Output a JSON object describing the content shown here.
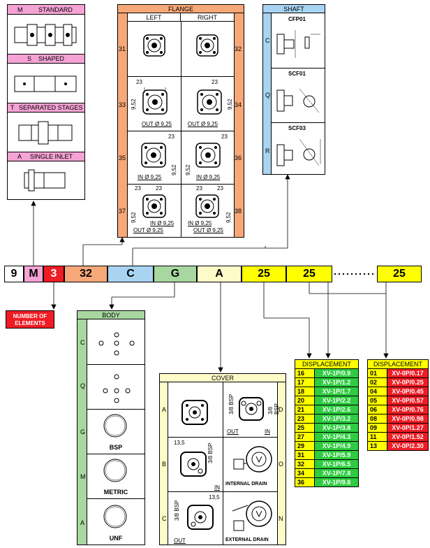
{
  "code_strip": {
    "cells": [
      {
        "label": "9",
        "color": "#ffffff"
      },
      {
        "label": "M",
        "color": "#f4a3d4"
      },
      {
        "label": "3",
        "color": "#ee1c24",
        "text_color": "#ffffff"
      },
      {
        "label": "32",
        "color": "#f7a878"
      },
      {
        "label": "C",
        "color": "#a8d4f2"
      },
      {
        "label": "G",
        "color": "#a8d8a0"
      },
      {
        "label": "A",
        "color": "#fdfcc8"
      },
      {
        "label": "25",
        "color": "#ffff00"
      },
      {
        "label": "25",
        "color": "#ffff00"
      },
      {
        "label": "25",
        "color": "#ffff00"
      }
    ]
  },
  "configuration": {
    "items": [
      {
        "code": "M",
        "name": "STANDARD"
      },
      {
        "code": "S",
        "name": "SHAPED"
      },
      {
        "code": "T",
        "name": "SEPARATED STAGES"
      },
      {
        "code": "A",
        "name": "SINGLE INLET"
      }
    ],
    "header_color": "#f4a3d4"
  },
  "flange": {
    "title": "FLANGE",
    "left_label": "LEFT",
    "right_label": "RIGHT",
    "left_codes": [
      "31",
      "33",
      "35",
      "37"
    ],
    "right_codes": [
      "32",
      "34",
      "36",
      "38"
    ],
    "dim_23": "23",
    "dim_952": "9,52",
    "out_label": "OUT Ø 9,25",
    "in_label": "IN Ø 9,25",
    "in_short": "IN Ø 9,25",
    "out_short": "OUT Ø 9,25"
  },
  "shaft": {
    "title": "SHAFT",
    "rows": [
      {
        "code": "C",
        "name": "CFP01"
      },
      {
        "code": "Q",
        "name": "SCF01"
      },
      {
        "code": "R",
        "name": "SCF03"
      }
    ]
  },
  "elements": {
    "label": "NUMBER OF ELEMENTS"
  },
  "body": {
    "title": "BODY",
    "rows": [
      {
        "code": "C",
        "name": ""
      },
      {
        "code": "Q",
        "name": ""
      },
      {
        "code": "G",
        "name": "BSP"
      },
      {
        "code": "M",
        "name": "METRIC"
      },
      {
        "code": "A",
        "name": "UNF"
      }
    ]
  },
  "cover": {
    "title": "COVER",
    "left_codes": [
      "A",
      "B",
      "C"
    ],
    "right_codes": [
      "D",
      "O",
      "N"
    ],
    "dim_135": "13,5",
    "dim_38bsp": "3/8 BSP",
    "out": "OUT",
    "in": "IN",
    "internal_drain": "INTERNAL DRAIN",
    "external_drain": "EXTERNAL DRAIN"
  },
  "displacement_left": {
    "title": "DISPLACEMENT",
    "rows": [
      {
        "code": "16",
        "value": "XV-1P/0.9"
      },
      {
        "code": "17",
        "value": "XV-1P/1.2"
      },
      {
        "code": "18",
        "value": "XV-1P/1.7"
      },
      {
        "code": "20",
        "value": "XV-1P/2.2"
      },
      {
        "code": "21",
        "value": "XV-1P/2.6"
      },
      {
        "code": "23",
        "value": "XV-1P/3.2"
      },
      {
        "code": "25",
        "value": "XV-1P/3.8"
      },
      {
        "code": "27",
        "value": "XV-1P/4.3"
      },
      {
        "code": "29",
        "value": "XV-1P/4.9"
      },
      {
        "code": "31",
        "value": "XV-1P/5.9"
      },
      {
        "code": "32",
        "value": "XV-1P/6.5"
      },
      {
        "code": "34",
        "value": "XV-1P/7.8"
      },
      {
        "code": "36",
        "value": "XV-1P/9.8"
      }
    ],
    "code_color": "#ffff00",
    "value_color": "#2ecc40"
  },
  "displacement_right": {
    "title": "DISPLACEMENT",
    "rows": [
      {
        "code": "01",
        "value": "XV-0P/0.17"
      },
      {
        "code": "02",
        "value": "XV-0P/0.25"
      },
      {
        "code": "04",
        "value": "XV-0P/0.45"
      },
      {
        "code": "05",
        "value": "XV-0P/0.57"
      },
      {
        "code": "06",
        "value": "XV-0P/0.76"
      },
      {
        "code": "08",
        "value": "XV-0P/0.98"
      },
      {
        "code": "09",
        "value": "XV-0P/1.27"
      },
      {
        "code": "11",
        "value": "XV-0P/1.52"
      },
      {
        "code": "13",
        "value": "XV-0P/2.30"
      }
    ],
    "code_color": "#ffff00",
    "value_color": "#ee1c24"
  }
}
